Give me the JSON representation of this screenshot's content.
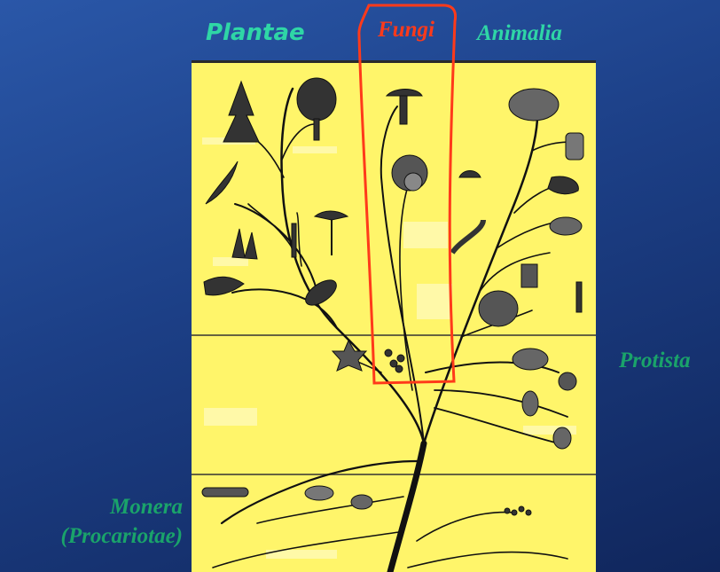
{
  "labels": {
    "plantae": "Plantae",
    "fungi": "Fungi",
    "animalia": "Animalia",
    "protista": "Protista",
    "monera_line1": "Monera",
    "monera_line2": "(Procariotae)"
  },
  "colors": {
    "panel": "#fff56a",
    "highlight": "#ff3a1a",
    "kingdom_label": "#2fd6a6",
    "lower_label": "#1aa36a"
  }
}
